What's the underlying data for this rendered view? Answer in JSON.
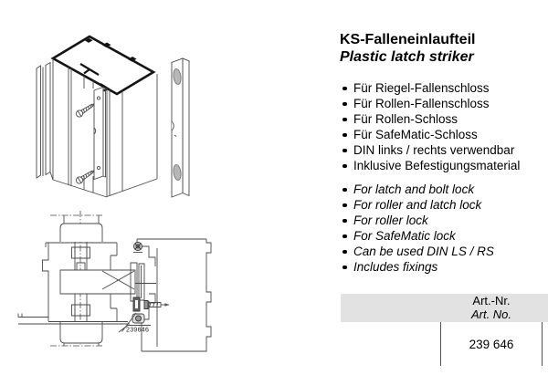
{
  "product": {
    "title_de": "KS-Falleneinlaufteil",
    "title_en": "Plastic latch striker",
    "features_de": [
      "Für Riegel-Fallenschloss",
      "Für Rollen-Fallenschloss",
      "Für Rollen-Schloss",
      "Für SafeMatic-Schloss",
      "DIN links / rechts verwendbar",
      "Inklusive Befestigungsmaterial"
    ],
    "features_en": [
      "For latch and bolt lock",
      "For roller and latch lock",
      "For roller lock",
      "For SafeMatic lock",
      "Can be used DIN LS / RS",
      "Includes fixings"
    ]
  },
  "order_table": {
    "header_de": "Art.-Nr.",
    "header_en": "Art. No.",
    "article_number": "239 646"
  },
  "diagrams": {
    "part_number_label": "239646"
  },
  "colors": {
    "table_header_bg": "#e2e2e2",
    "table_border": "#565656",
    "line_art": "#4a4a4a",
    "oval_fill": "#b7b7b7"
  }
}
